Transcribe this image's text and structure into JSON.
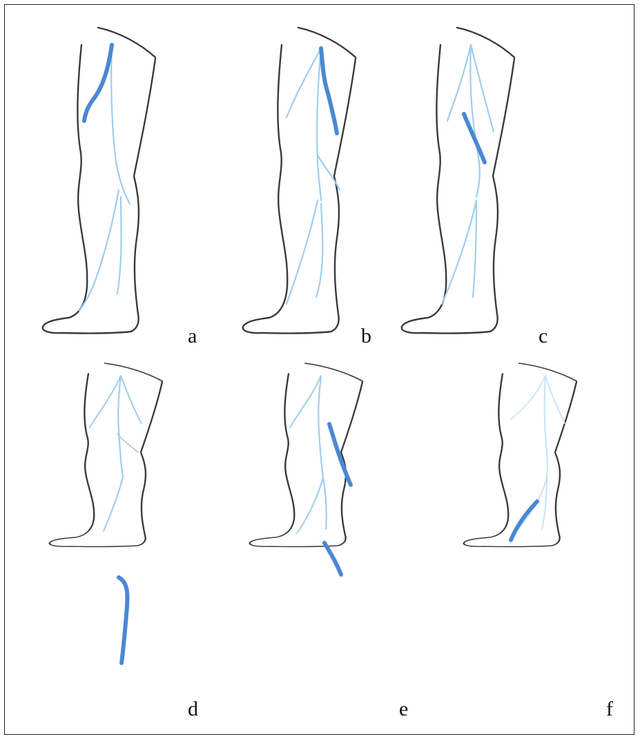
{
  "panels": [
    {
      "id": "a",
      "label": "a"
    },
    {
      "id": "b",
      "label": "b"
    },
    {
      "id": "c",
      "label": "c"
    },
    {
      "id": "d",
      "label": "d"
    },
    {
      "id": "e",
      "label": "e"
    },
    {
      "id": "f",
      "label": "f"
    }
  ],
  "colors": {
    "outline": "#3a3a3a",
    "vein": "#9fcdf0",
    "highlighted_vein": "#4a88d4"
  }
}
